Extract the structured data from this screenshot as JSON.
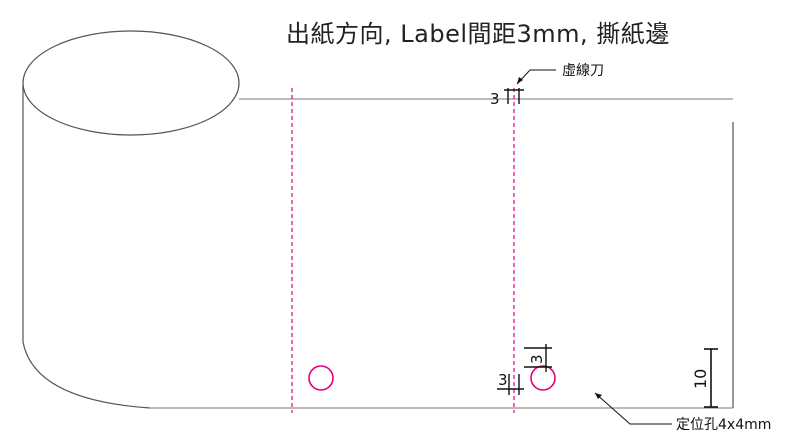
{
  "title": "出紙方向, Label間距3mm, 撕紙邊",
  "annotations": {
    "perforation_label": "虛線刀",
    "hole_label": "定位孔4x4mm",
    "gap_dim_top": "3",
    "gap_dim_bottom": "3",
    "hole_offset_dim": "3",
    "height_dim": "10"
  },
  "colors": {
    "line": "#555555",
    "dashed": "#e6007e",
    "hole": "#e6007e",
    "dim": "#111111"
  }
}
